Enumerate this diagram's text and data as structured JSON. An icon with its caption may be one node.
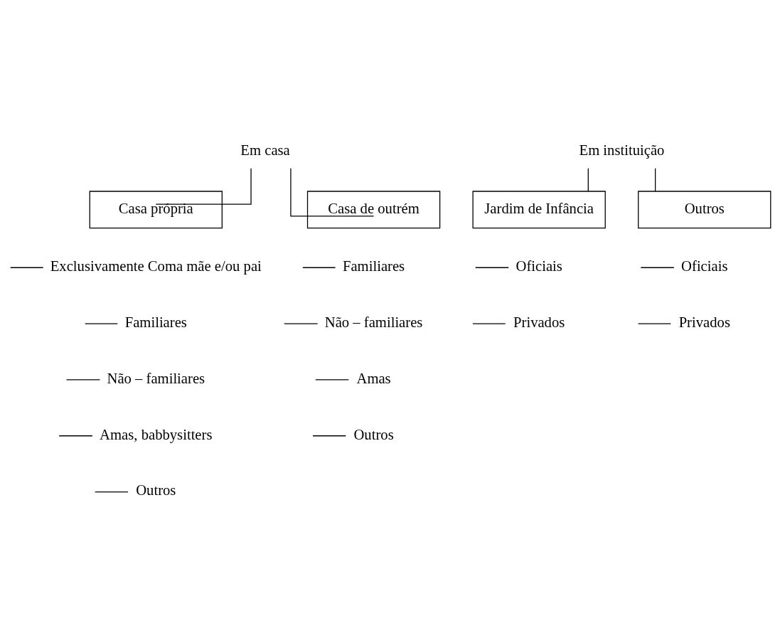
{
  "diagram": {
    "nodes": [
      {
        "text": [
          "Em casa"
        ]
      },
      {
        "text": [
          "Casa própria"
        ]
      },
      {
        "text": [
          "Casa de outrém"
        ]
      },
      {
        "text": [
          "Em instituição"
        ]
      },
      {
        "text": [
          "Jardim de Infância"
        ]
      },
      {
        "text": [
          "Outros"
        ]
      },
      {
        "text": [
          "Exclusivamente Coma mãe e/ou pai"
        ]
      },
      {
        "text": [
          "Familiares"
        ]
      },
      {
        "text": [
          "Não – familiares"
        ]
      },
      {
        "text": [
          "Amas, babbysitters"
        ]
      },
      {
        "text": [
          "Outros"
        ]
      },
      {
        "text": [
          "Familiares"
        ]
      },
      {
        "text": [
          "Não – familiares"
        ]
      },
      {
        "text": [
          "Amas"
        ]
      },
      {
        "text": [
          "Outros"
        ]
      },
      {
        "text": [
          "Oficiais"
        ]
      },
      {
        "text": [
          "Privados"
        ]
      },
      {
        "text": [
          "Oficiais"
        ]
      },
      {
        "text": [
          "Privados"
        ]
      }
    ],
    "edges": [
      {
        "from": 0,
        "to": 1,
        "arrow": "none"
      },
      {
        "from": 0,
        "to": 2,
        "arrow": "none"
      },
      {
        "from": 3,
        "to": 4,
        "arrow": "none"
      },
      {
        "from": 3,
        "to": 5,
        "arrow": "none"
      },
      {
        "from": null,
        "to": 6,
        "arrow": "none"
      },
      {
        "from": null,
        "to": 7,
        "arrow": "none"
      },
      {
        "from": null,
        "to": 8,
        "arrow": "none"
      },
      {
        "from": null,
        "to": 9,
        "arrow": "none"
      },
      {
        "from": null,
        "to": 10,
        "arrow": "none"
      },
      {
        "from": null,
        "to": 11,
        "arrow": "none"
      },
      {
        "from": null,
        "to": 12,
        "arrow": "none"
      },
      {
        "from": null,
        "to": 13,
        "arrow": "none"
      },
      {
        "from": null,
        "to": 14,
        "arrow": "none"
      },
      {
        "from": null,
        "to": 15,
        "arrow": "none"
      },
      {
        "from": null,
        "to": 16,
        "arrow": "none"
      },
      {
        "from": null,
        "to": 17,
        "arrow": "none"
      },
      {
        "from": null,
        "to": 18,
        "arrow": "none"
      }
    ]
  }
}
